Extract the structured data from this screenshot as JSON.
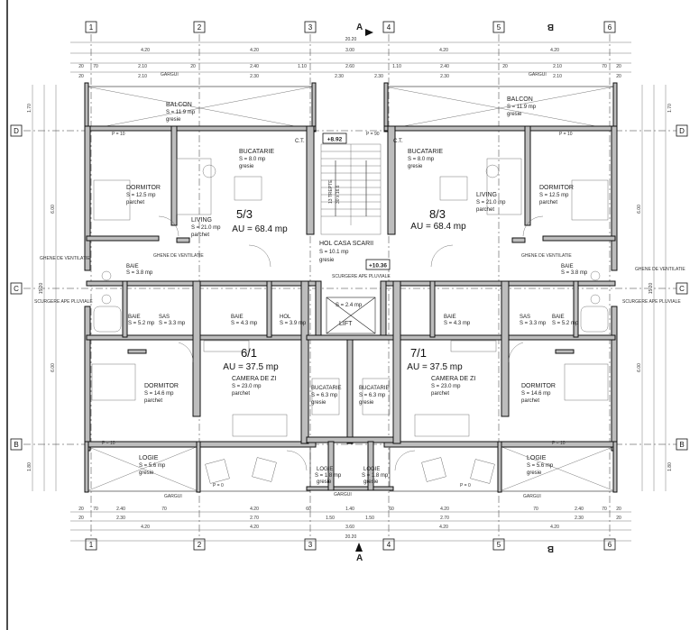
{
  "axes": {
    "cols": [
      "1",
      "2",
      "3",
      "4",
      "5",
      "6"
    ],
    "rows": [
      "D",
      "C",
      "B"
    ]
  },
  "section_marks": {
    "a": "A",
    "b": "B"
  },
  "dims_top": {
    "total": "20.20",
    "main": [
      "4.20",
      "4.20",
      "3.00",
      "4.20",
      "4.20"
    ],
    "row2": [
      "20",
      "70",
      "2.10",
      "20",
      "2.40",
      "1.10",
      "2.60",
      "1.10",
      "2.40",
      "20",
      "2.10",
      "70",
      "20"
    ],
    "row3": [
      "20",
      "2.10",
      "2.30",
      "2.30",
      "2.30",
      "2.30",
      "2.10",
      "20"
    ]
  },
  "dims_bottom": {
    "total": "20.20",
    "main": [
      "4.20",
      "4.20",
      "3.60",
      "4.20",
      "4.20"
    ],
    "row1": [
      "20",
      "70",
      "2.40",
      "70",
      "4.20",
      "60",
      "1.40",
      "60",
      "4.20",
      "70",
      "2.40",
      "70",
      "20"
    ],
    "row2": [
      "20",
      "2.30",
      "2.70",
      "1.50",
      "1.50",
      "2.70",
      "2.30",
      "20"
    ]
  },
  "dims_side": {
    "left": [
      "1.70",
      "6.00",
      "15.20",
      "6.00",
      "1.80"
    ],
    "right": [
      "1.70",
      "6.00",
      "15.20",
      "6.00",
      "1.80"
    ]
  },
  "levels": {
    "top": "+8.92",
    "mid": "+10.36"
  },
  "apartments": [
    {
      "number": "5/3",
      "area": "AU = 68.4 mp"
    },
    {
      "number": "8/3",
      "area": "AU = 68.4 mp"
    },
    {
      "number": "6/1",
      "area": "AU = 37.5 mp"
    },
    {
      "number": "7/1",
      "area": "AU = 37.5 mp"
    }
  ],
  "rooms": {
    "balcon_l": {
      "name": "BALCON",
      "area": "S = 11.9 mp",
      "floor": "gresie"
    },
    "balcon_r": {
      "name": "BALCON",
      "area": "S = 11.9 mp",
      "floor": "gresie"
    },
    "bucatarie_tl": {
      "name": "BUCATARIE",
      "area": "S = 8.0 mp",
      "floor": "gresie"
    },
    "bucatarie_tr": {
      "name": "BUCATARIE",
      "area": "S = 8.0 mp",
      "floor": "gresie"
    },
    "dormitor_tl": {
      "name": "DORMITOR",
      "area": "S = 12.5 mp",
      "floor": "parchet"
    },
    "dormitor_tr": {
      "name": "DORMITOR",
      "area": "S = 12.5 mp",
      "floor": "parchet"
    },
    "living_l": {
      "name": "LIVING",
      "area": "S = 21.0 mp",
      "floor": "parchet"
    },
    "living_r": {
      "name": "LIVING",
      "area": "S = 21.0 mp",
      "floor": "parchet"
    },
    "hol_scara": {
      "name": "HOL CASA SCARII",
      "area": "S = 10.1 mp",
      "floor": "gresie"
    },
    "baie_tl": {
      "name": "BAIE",
      "area": "S = 3.8 mp"
    },
    "baie_tr": {
      "name": "BAIE",
      "area": "S = 3.8 mp"
    },
    "baie_ml": {
      "name": "BAIE",
      "area": "S = 5.2 mp"
    },
    "baie_mr": {
      "name": "BAIE",
      "area": "S = 5.2 mp"
    },
    "sas_l": {
      "name": "SAS",
      "area": "S = 3.3 mp"
    },
    "sas_r": {
      "name": "SAS",
      "area": "S = 3.3 mp"
    },
    "baie_cl": {
      "name": "BAIE",
      "area": "S = 4.3 mp"
    },
    "baie_cr": {
      "name": "BAIE",
      "area": "S = 4.3 mp"
    },
    "hol_c": {
      "name": "HOL",
      "area": "S = 3.9 mp"
    },
    "hol_lift": {
      "area": "S = 2.4 mp"
    },
    "lift": {
      "name": "LIFT"
    },
    "dormitor_bl": {
      "name": "DORMITOR",
      "area": "S = 14.6 mp",
      "floor": "parchet"
    },
    "dormitor_br": {
      "name": "DORMITOR",
      "area": "S = 14.6 mp",
      "floor": "parchet"
    },
    "camera_l": {
      "name": "CAMERA DE ZI",
      "area": "S = 23.0 mp",
      "floor": "parchet"
    },
    "camera_r": {
      "name": "CAMERA DE ZI",
      "area": "S = 23.0 mp",
      "floor": "parchet"
    },
    "bucatarie_bl": {
      "name": "BUCATARIE",
      "area": "S = 6.3 mp",
      "floor": "gresie"
    },
    "bucatarie_br": {
      "name": "BUCATARIE",
      "area": "S = 6.3 mp",
      "floor": "gresie"
    },
    "logie_l": {
      "name": "LOGIE",
      "area": "S = 5.6 mp",
      "floor": "gresie"
    },
    "logie_r": {
      "name": "LOGIE",
      "area": "S = 5.6 mp",
      "floor": "gresie"
    },
    "logie_cl": {
      "name": "LOGIE",
      "area": "S = 1.8 mp",
      "floor": "gresie"
    },
    "logie_cr": {
      "name": "LOGIE",
      "area": "S = 1.8 mp",
      "floor": "gresie"
    }
  },
  "notes": {
    "gargui": "GARGUI",
    "ct": "C.T.",
    "ghene_l": "GHENE DE\nVENTILATIE",
    "ghene_r": "GHENE DE\nVENTILATIE",
    "scurgere_l": "SCURGERE\nAPE PLUVIALE",
    "scurgere_r": "SCURGERE\nAPE PLUVIALE",
    "scurgere_c": "SCURGERE\nAPE PLUVIALE",
    "p10": "P = 10",
    "p90": "P = 90",
    "p0": "P = 0",
    "trepte": "13 TREPTE",
    "trepte2": "30 x 16.6"
  },
  "colors": {
    "wall_fill": "#bdbdbd",
    "line": "#111111",
    "background": "#ffffff"
  }
}
